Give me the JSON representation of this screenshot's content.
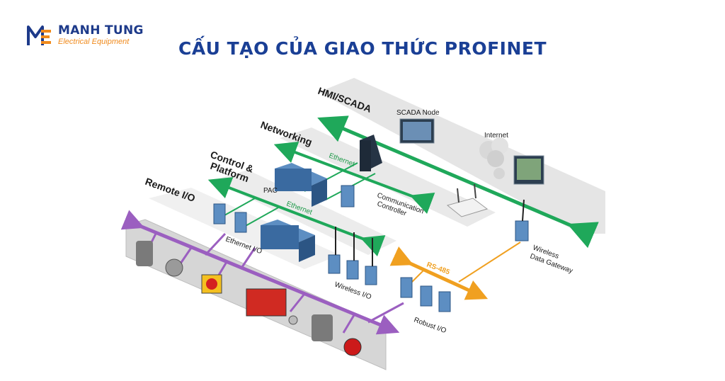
{
  "brand": {
    "name": "MANH TUNG",
    "tagline": "Electrical Equipment",
    "colors": {
      "navy": "#1d3a8a",
      "orange": "#f08a1c"
    }
  },
  "title": "CẤU TẠO CỦA GIAO THỨC PROFINET",
  "diagram": {
    "levels": {
      "hmi": "HMI/SCADA",
      "networking": "Networking",
      "control_line1": "Control &",
      "control_line2": "Platform",
      "remote": "Remote I/O"
    },
    "labels": {
      "scada_node": "SCADA Node",
      "internet": "Internet",
      "ethernet_upper": "Ethernet",
      "ethernet_lower": "Ethernet",
      "pac": "PAC",
      "comm_line1": "Communication",
      "comm_line2": "Controller",
      "ethernet_io": "Ethernet I/O",
      "wireless_io": "Wireless I/O",
      "rs485": "RS-485",
      "robust_io": "Robust I/O",
      "gateway_line1": "Wireless",
      "gateway_line2": "Data Gateway"
    },
    "colors": {
      "ethernet": "#1fa85a",
      "field_bus": "#9b5fc0",
      "rs485": "#f0a020",
      "platform": "#dcdcdc"
    }
  }
}
